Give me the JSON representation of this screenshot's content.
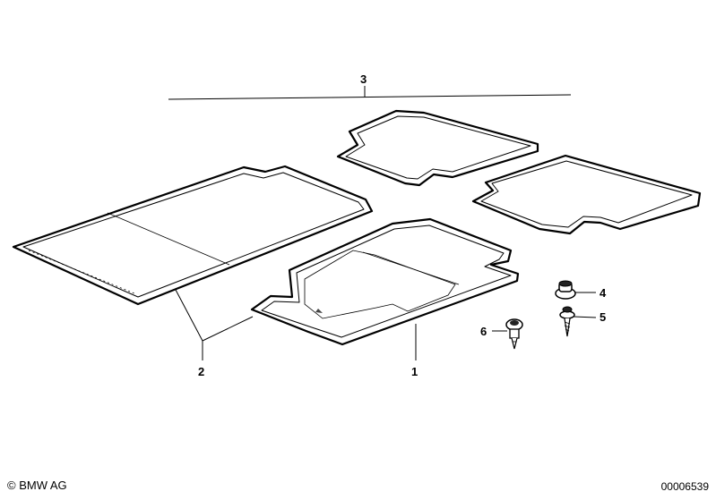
{
  "callouts": {
    "c1": "1",
    "c2": "2",
    "c3": "3",
    "c4": "4",
    "c5": "5",
    "c6": "6"
  },
  "footer": {
    "copyright": "© BMW AG",
    "drawing_number": "00006539"
  }
}
